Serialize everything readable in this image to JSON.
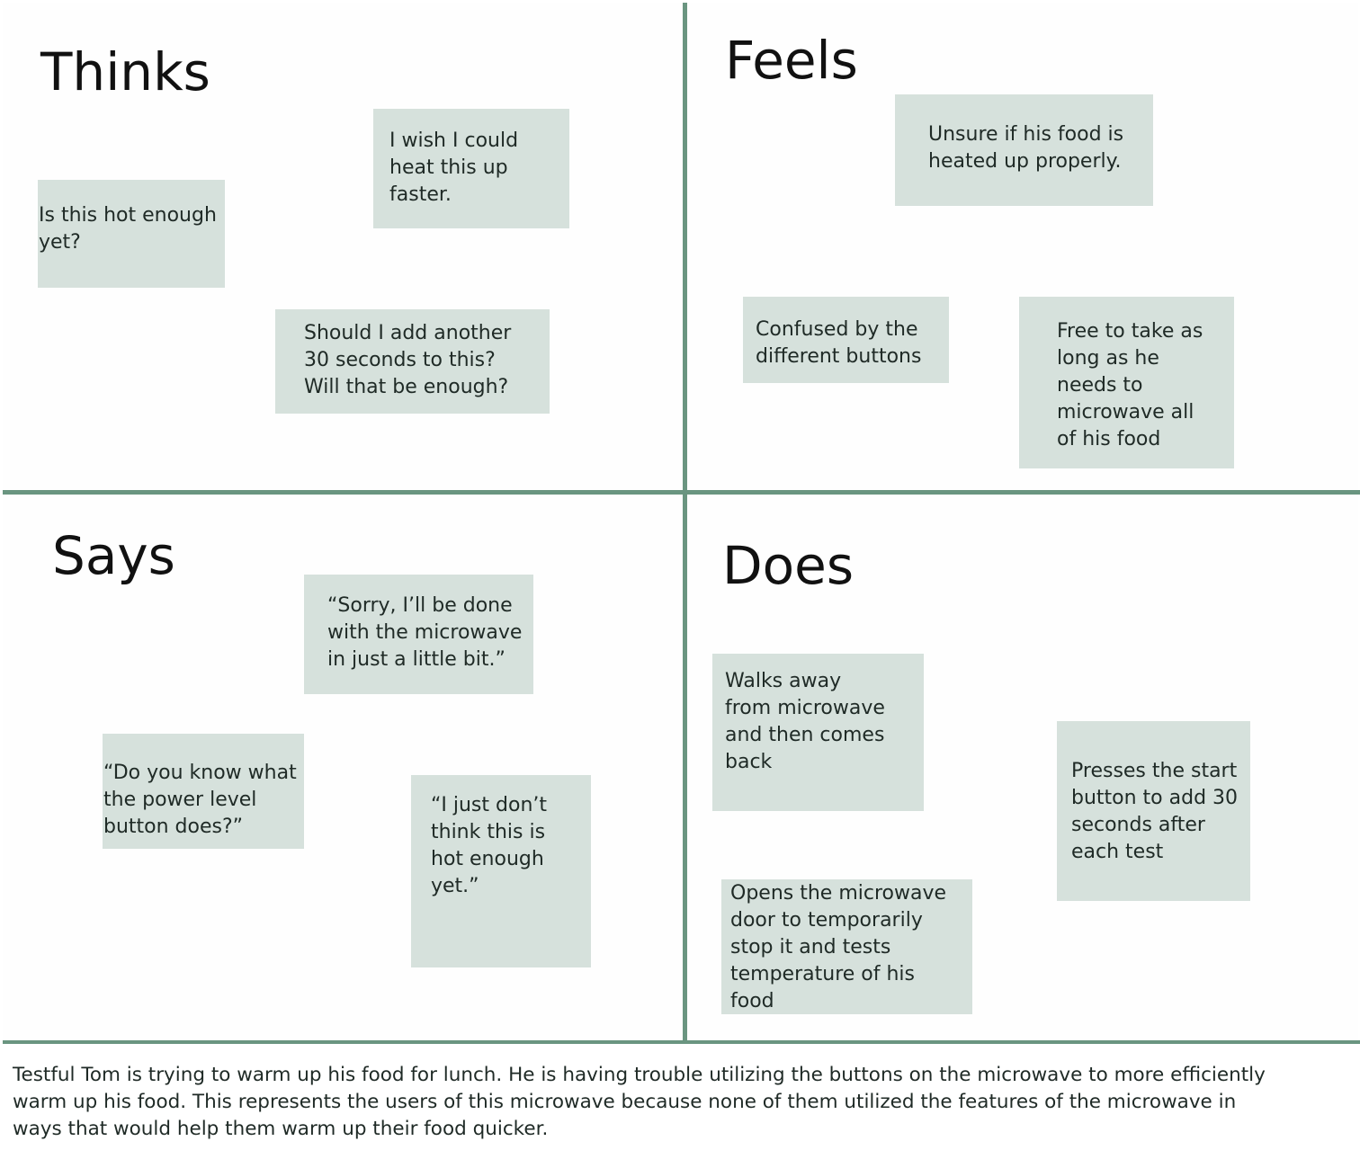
{
  "colors": {
    "divider": "#6a9580",
    "sticky_note": "#d6e1dc",
    "text": "#1f2a26",
    "heading": "#111111",
    "background": "#ffffff"
  },
  "quadrants": {
    "thinks": {
      "title": "Thinks",
      "notes": [
        {
          "lines": [
            "I wish I could",
            "heat this up",
            "faster."
          ]
        },
        {
          "lines": [
            "Is this hot enough",
            "yet?"
          ]
        },
        {
          "lines": [
            "Should I add another",
            "30 seconds to this?",
            "Will that be enough?"
          ]
        }
      ]
    },
    "feels": {
      "title": "Feels",
      "notes": [
        {
          "lines": [
            "Unsure if his food is",
            "heated up properly."
          ]
        },
        {
          "lines": [
            "Confused by the",
            "different buttons"
          ]
        },
        {
          "lines": [
            "Free to take as",
            "long as he",
            "needs to",
            "microwave all",
            "of his food"
          ]
        }
      ]
    },
    "says": {
      "title": "Says",
      "notes": [
        {
          "lines": [
            "“Sorry, I’ll be done",
            "with the microwave",
            "in just a little bit.”"
          ]
        },
        {
          "lines": [
            "“Do you know what",
            "the power level",
            "button does?”"
          ]
        },
        {
          "lines": [
            "“I just don’t",
            "think this is",
            "hot enough",
            "yet.”"
          ]
        }
      ]
    },
    "does": {
      "title": "Does",
      "notes": [
        {
          "lines": [
            "Walks away",
            "from microwave",
            "and then comes",
            "back"
          ]
        },
        {
          "lines": [
            "Presses the start",
            "button to add 30",
            "seconds after",
            "each test"
          ]
        },
        {
          "lines": [
            "Opens the microwave",
            "door to temporarily",
            "stop it and tests",
            "temperature of his",
            "food"
          ]
        }
      ]
    }
  },
  "caption": {
    "lines": [
      "Testful Tom is trying to warm up his food for lunch. He is having trouble utilizing the buttons on the microwave to more efficiently",
      "warm up his food. This represents the users of this microwave because none of them utilized the features of the microwave in",
      "ways that would help them warm up their food quicker."
    ]
  }
}
